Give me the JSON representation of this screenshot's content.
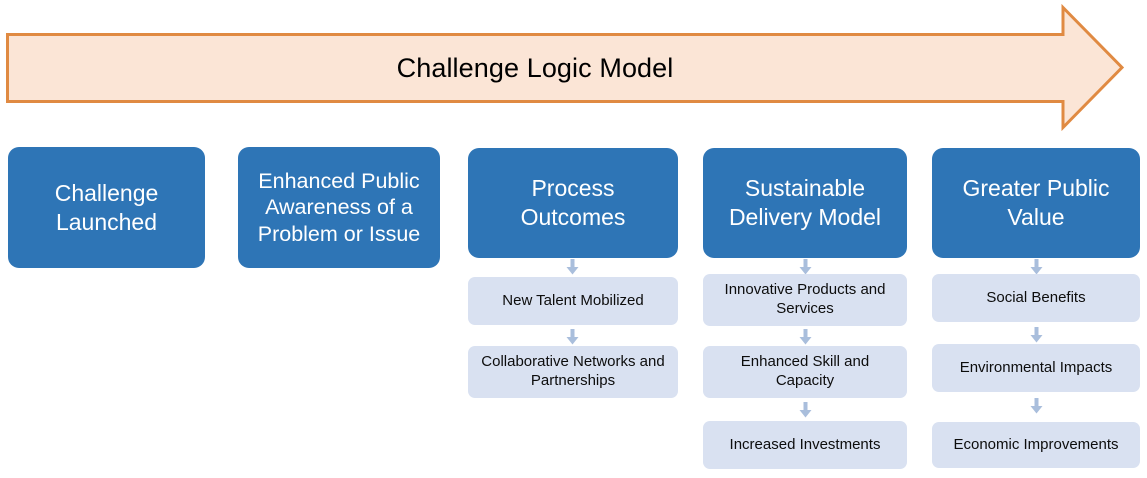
{
  "banner": {
    "title": "Challenge Logic Model",
    "shape": "right-arrow",
    "fill_color": "#FBE5D6",
    "border_color": "#E08A42"
  },
  "theme": {
    "stage_fill": "#2E75B6",
    "stage_text": "#FFFFFF",
    "sub_fill": "#D9E1F1",
    "sub_text": "#0D0D0D",
    "connector_color": "#A9BEDC",
    "background": "#FFFFFF"
  },
  "columns": [
    {
      "id": "challenge-launched",
      "title": "Challenge\nLaunched",
      "title_lines": [
        "Challenge",
        "Launched"
      ],
      "sub_items": []
    },
    {
      "id": "enhanced-public-awareness",
      "title": "Enhanced Public Awareness of a Problem or Issue",
      "title_lines": [
        "Enhanced Public",
        "Awareness of a",
        "Problem or Issue"
      ],
      "sub_items": []
    },
    {
      "id": "process-outcomes",
      "title": "Process Outcomes",
      "title_lines": [
        "Process",
        "Outcomes"
      ],
      "sub_items": [
        {
          "label": "New Talent Mobilized"
        },
        {
          "label": "Collaborative Networks and Partnerships"
        }
      ]
    },
    {
      "id": "sustainable-delivery-model",
      "title": "Sustainable Delivery Model",
      "title_lines": [
        "Sustainable",
        "Delivery Model"
      ],
      "sub_items": [
        {
          "label": "Innovative Products and Services"
        },
        {
          "label": "Enhanced Skill and Capacity"
        },
        {
          "label": "Increased Investments"
        }
      ]
    },
    {
      "id": "greater-public-value",
      "title": "Greater Public Value",
      "title_lines": [
        "Greater Public",
        "Value"
      ],
      "sub_items": [
        {
          "label": "Social Benefits"
        },
        {
          "label": "Environmental Impacts"
        },
        {
          "label": "Economic Improvements"
        }
      ]
    }
  ]
}
